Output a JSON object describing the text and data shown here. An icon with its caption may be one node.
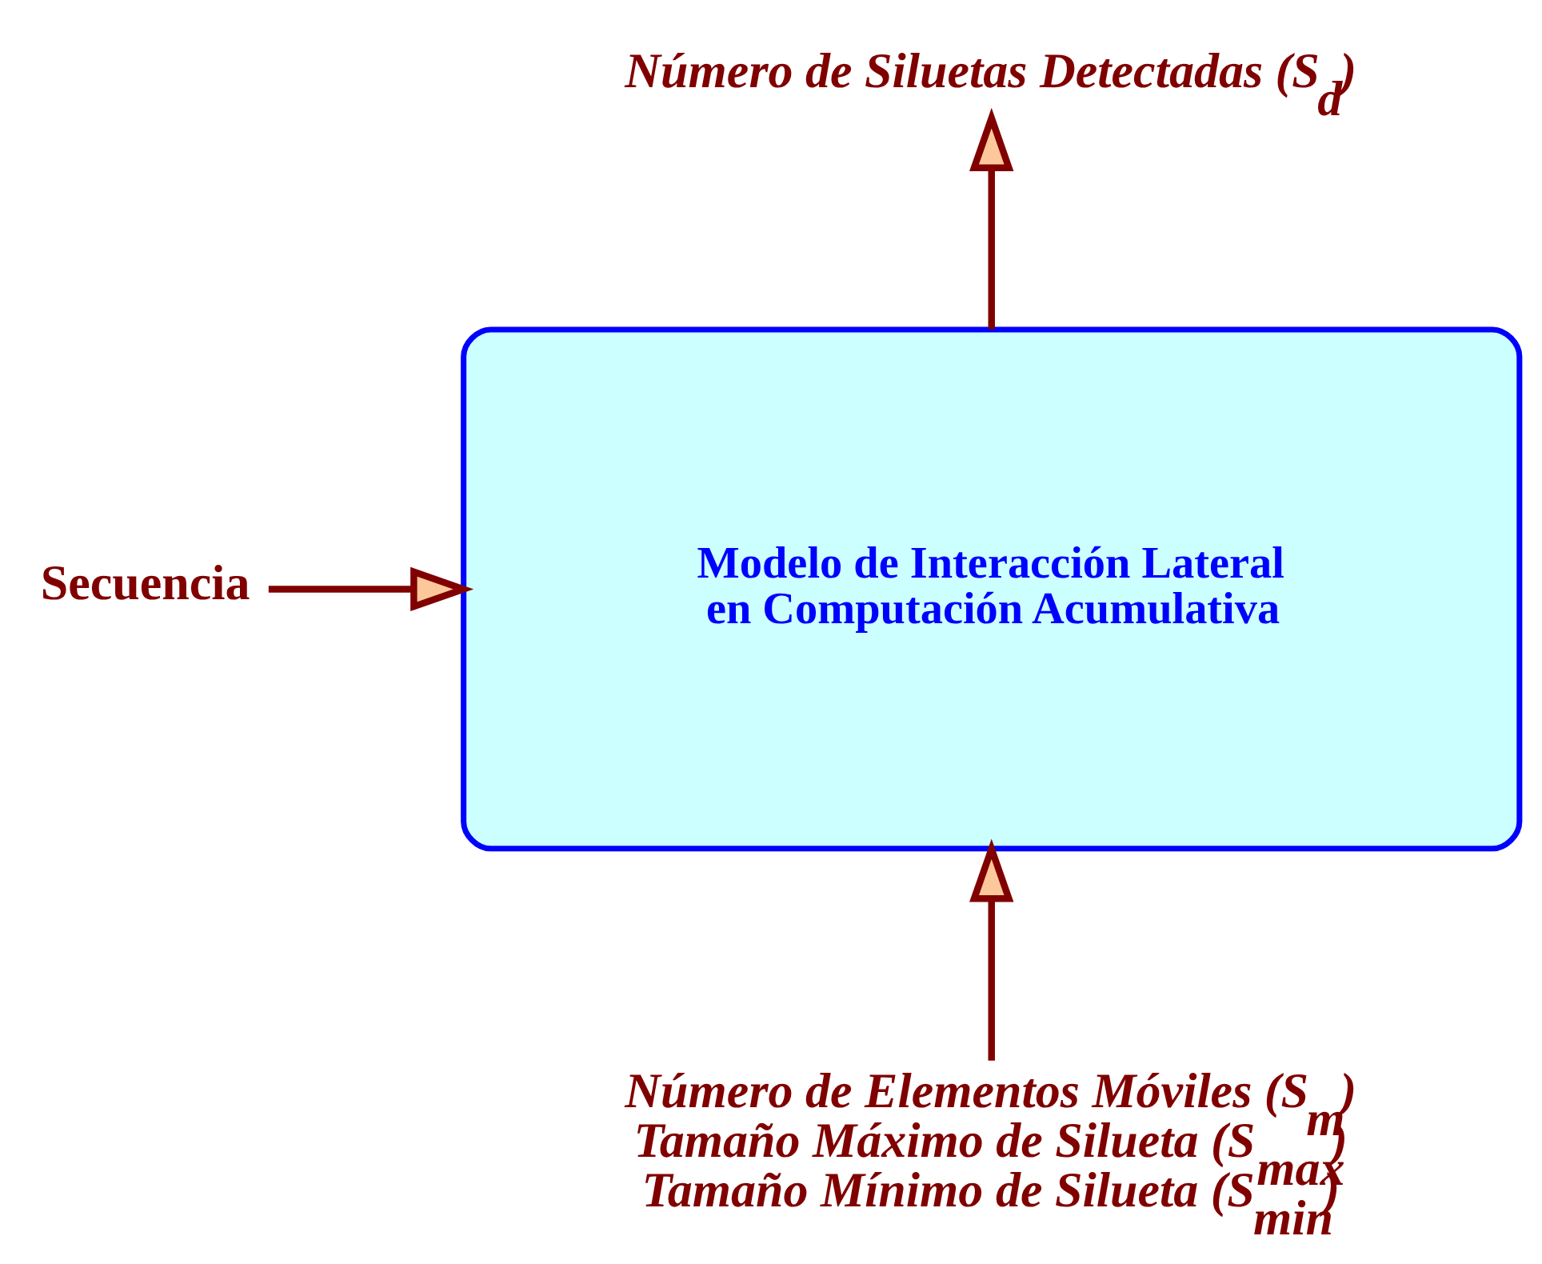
{
  "diagram": {
    "nodes": [
      {
        "text": [
          "Número de Siluetas Detectadas (S$_{d}$)"
        ]
      },
      {
        "text": [
          "Modelo de Interacción Lateral en Computación Acumulativa"
        ]
      },
      {
        "text": [
          "Secuencia"
        ]
      },
      {
        "text": [
          "Número de Elementos Móviles (S$_{m}$)",
          "Tamaño Máximo de Silueta (S$_{max}$)",
          "Tamaño Mínimo de Silueta (S$_{min}$)"
        ]
      }
    ],
    "edges": [
      {
        "from": 1,
        "to": 0,
        "arrow": "to"
      },
      {
        "from": 2,
        "to": 1,
        "arrow": "to"
      },
      {
        "from": 3,
        "to": 1,
        "arrow": "to"
      }
    ]
  }
}
